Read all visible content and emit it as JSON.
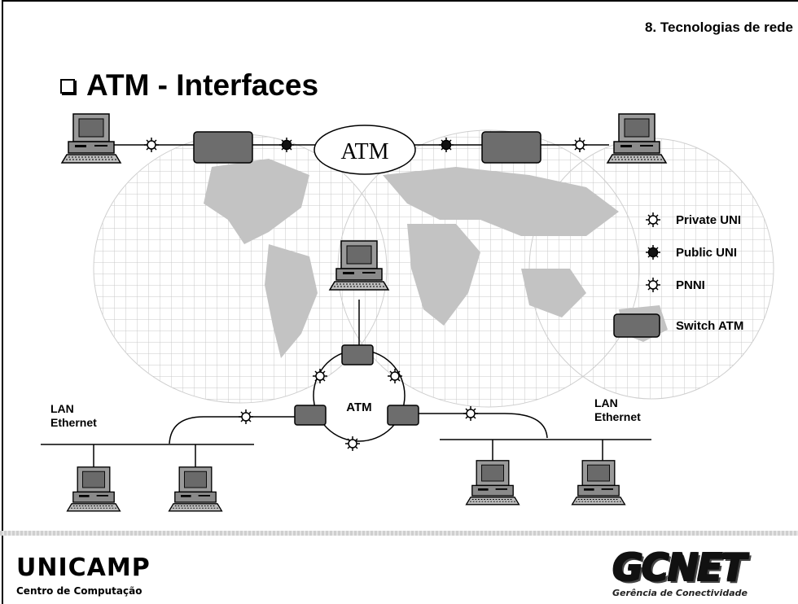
{
  "header": {
    "section": "8. Tecnologias de rede"
  },
  "slide": {
    "title": "ATM - Interfaces"
  },
  "diagram": {
    "cloud_label": "ATM",
    "ring_label": "ATM",
    "lan_left": {
      "line1": "LAN",
      "line2": "Ethernet"
    },
    "lan_right": {
      "line1": "LAN",
      "line2": "Ethernet"
    }
  },
  "legend": {
    "items": [
      {
        "label": "Private UNI",
        "icon": "private-uni-icon"
      },
      {
        "label": "Public UNI",
        "icon": "public-uni-icon"
      },
      {
        "label": "PNNI",
        "icon": "pnni-icon"
      },
      {
        "label": "Switch ATM",
        "icon": "switch-atm-icon"
      }
    ]
  },
  "footer": {
    "left_logo": "UNICAMP",
    "left_sub": "Centro de Computação",
    "right_logo": "GCNET",
    "right_sub": "Gerência de Conectividade"
  },
  "colors": {
    "switch": "#6d6d6d",
    "map": "#c7c7c7",
    "grid": "#cfcfcf"
  }
}
